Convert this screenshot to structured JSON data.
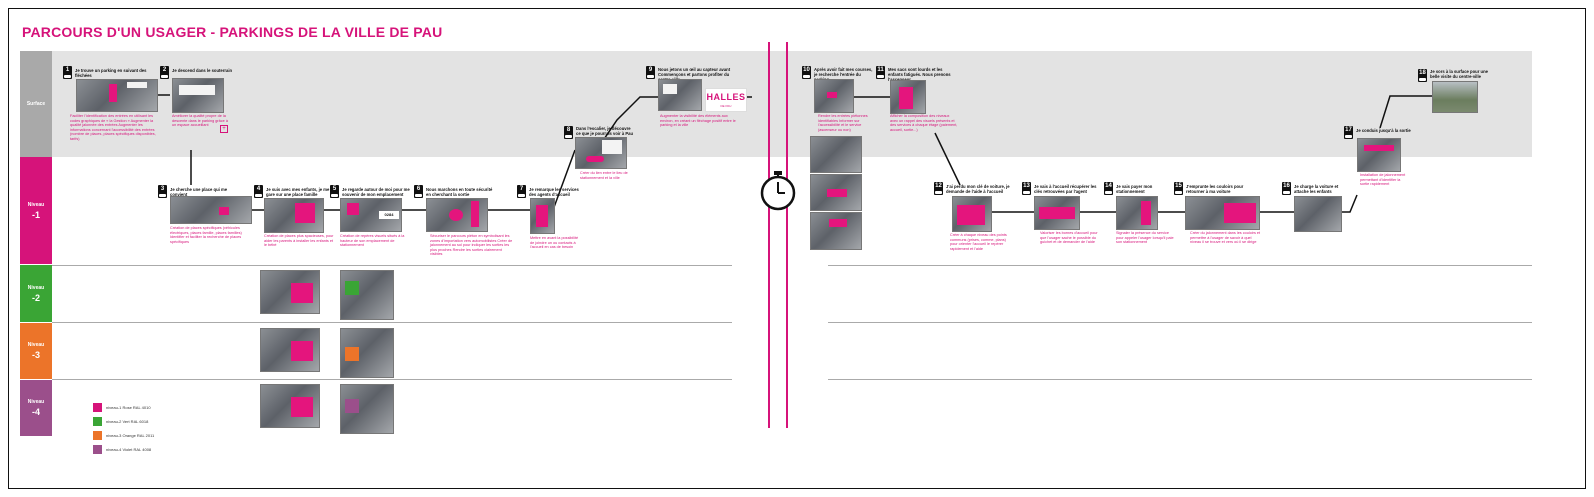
{
  "title": "PARCOURS D'UN USAGER - PARKINGS DE LA VILLE DE PAU",
  "colors": {
    "accent": "#d6137a",
    "surface": "#a9a9a9",
    "level_m1": "#d6137a",
    "level_m2": "#3aa535",
    "level_m3": "#ec7429",
    "level_m4": "#9b4f8b"
  },
  "levels": [
    {
      "name": "Surface",
      "num": ""
    },
    {
      "name": "Niveau",
      "num": "-1"
    },
    {
      "name": "Niveau",
      "num": "-2"
    },
    {
      "name": "Niveau",
      "num": "-3"
    },
    {
      "name": "Niveau",
      "num": "-4"
    }
  ],
  "steps": [
    {
      "n": "1",
      "text": "Je trouve un parking en suivant des fléchées",
      "note": "Faciliter l'identification des entrées en utilisant les codes graphiques de « la Gestion » Augmenter la qualité jalonnée des entrées Augmenter les informations concernant l'accessibilité des entrées (nombre de places, places spécifiques disponibles, tarifs)"
    },
    {
      "n": "2",
      "text": "Je descend dans le souterrain",
      "note": "Améliorer la qualité propre de la descente dans le parking grâce à un espace accueillant"
    },
    {
      "n": "3",
      "text": "Je cherche une place qui me convient",
      "note": "Création de places spécifiques (véhicules électriques, places famille, places familles) Identifier et faciliter la recherche de places spécifiques"
    },
    {
      "n": "4",
      "text": "Je suis avec mes enfants, je me gare sur une place famille",
      "note": "Création de places plus spacieuses, pour aider les parents à installer les enfants et le bébé"
    },
    {
      "n": "5",
      "text": "Je regarde autour de moi pour me souvenir de mon emplacement",
      "note": "Création de repères visuels situés à la hauteur de son emplacement de stationnement"
    },
    {
      "n": "6",
      "text": "Nous marchons en toute sécurité en cherchant la sortie",
      "note": "Sécuriser le parcours piéton en symbolisant les zones d'importation vers automobilistes Créer de jalonnement au sol pour indiquer les sorties les plus proches Rendre les sorties clairement visibles"
    },
    {
      "n": "7",
      "text": "Je remarque les services des agents d'accueil",
      "note": "Mettre en avant la possibilité de joindre un ou contacts à l'accueil en cas de besoin"
    },
    {
      "n": "8",
      "text": "Dans l'escalier, je découvre ce que je pourrais voir à Pau",
      "note": "Créer du lien entre le lieu de stationnement et la ville"
    },
    {
      "n": "9",
      "text": "Nous jetons un œil au capteur avant Commençons et partons profiter du centre-ville",
      "note": "Augmenter la visibilité des éléments aux environ, en créant un fléchage positif entre le parking et la ville"
    },
    {
      "n": "10",
      "text": "Après avoir fait mes courses, je recherche l'entrée du parking",
      "note": "Rendre les entrées piétonnes identifiables Informer sur l'accessibilité et le service (ascenseur ou non)"
    },
    {
      "n": "11",
      "text": "Mes sacs sont lourds et les enfants fatigués. Nous prenons l'ascenseur",
      "note": "Afficher la composition des niveaux avec un rappel des visuels présents et des services à chaque étage (paiement, accueil, sortie...)"
    },
    {
      "n": "12",
      "text": "J'ai perdu mon clé de voiture, je demande de l'aide à l'accueil",
      "note": "Créer à chaque niveau des points communs (prises, comme, plans) pour orienter l'accueil le repérer rapidement et l'aide"
    },
    {
      "n": "13",
      "text": "Je vais à l'accueil récupérer les clés retrouvées par l'agent",
      "note": "Valoriser les bornes d'accueil pour que l'usager sache le possible du guichet et de demander de l'aide"
    },
    {
      "n": "14",
      "text": "Je vais payer mon stationnement",
      "note": "Signaler la présence du service pour appeler l'usager lorsqu'il paie son stationnement"
    },
    {
      "n": "15",
      "text": "J'emprunte les couloirs pour retourner à ma voiture",
      "note": "Créer du jalonnement dans les couloirs et permettre à l'usager de savoir à quel niveau il se trouve et vers où il se dirige"
    },
    {
      "n": "16",
      "text": "Je charge la voiture et attache les enfants",
      "note": ""
    },
    {
      "n": "17",
      "text": "Je conduis jusqu'à la sortie",
      "note": "Installation de jalonnement permettant d'identifier la sortie rapidement"
    },
    {
      "n": "18",
      "text": "Je sors à la surface pour une belle visite du centre-ville",
      "note": ""
    }
  ],
  "logo": {
    "line1": "HALLES",
    "line2": "DE PAU"
  },
  "sign_number": "0284",
  "legend": [
    {
      "label": "niveau-1 Rose RAL 4010",
      "color": "#d6137a"
    },
    {
      "label": "niveau-2 Vert RAL 6018",
      "color": "#3aa535"
    },
    {
      "label": "niveau-3 Orange RAL 2011",
      "color": "#ec7429"
    },
    {
      "label": "niveau-4 Violet RAL 4008",
      "color": "#9b4f8b"
    }
  ]
}
